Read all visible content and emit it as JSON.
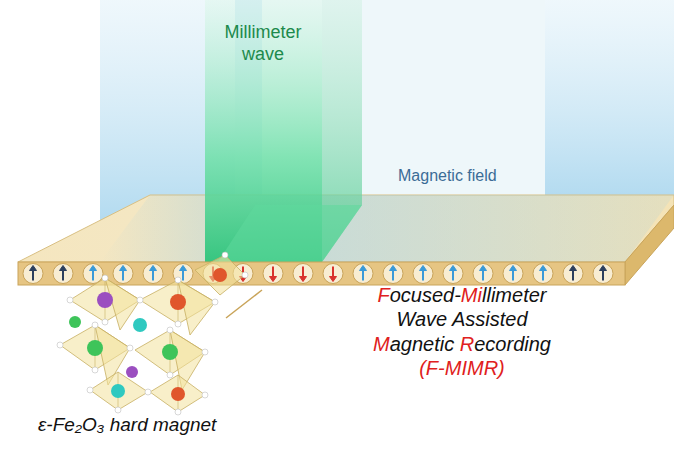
{
  "diagram": {
    "labels": [
      "Millimeter wave",
      "Magnetic field",
      "Focused-Millimeter Wave Assisted Magnetic Recording (F-MIMR)",
      "ε-Fe₂O₃ hard magnet"
    ]
  }
}
